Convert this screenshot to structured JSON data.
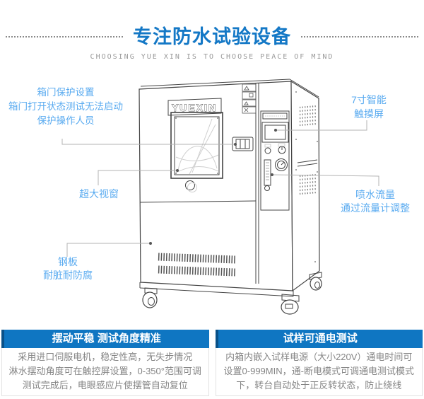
{
  "page": {
    "title": "专注防水试验设备",
    "subtitle": "CHOOSING YUE XIN IS TO CHOOSE PEACE OF MIND"
  },
  "machine": {
    "brand": "YUEXIN"
  },
  "callouts": {
    "door_protection": {
      "line1": "箱门保护设置",
      "line2": "箱门打开状态测试无法启动",
      "line3": "保护操作人员"
    },
    "window": {
      "label": "超大视窗"
    },
    "steel_plate": {
      "line1": "钢板",
      "line2": "耐脏耐防腐"
    },
    "touchscreen": {
      "line1": "7寸智能",
      "line2": "触摸屏"
    },
    "spray_flow": {
      "line1": "喷水流量",
      "line2": "通过流量计调整"
    }
  },
  "features": [
    {
      "title": "摆动平稳 测试角度精准",
      "line1": "采用进口伺服电机，稳定性高，无失步情况",
      "line2": "淋水摆动角度可在触控屏设置，0-350°范围可调",
      "line3": "测试完成后，电眼感应片使摆管自动复位"
    },
    {
      "title": "试样可通电测试",
      "line1": "内箱内嵌入试样电源（大小220V）通电时间可",
      "line2": "设置0-999MIN，通-断电模式可调通电测试模式",
      "line3": "下，转台自动处于正反转状态，防止绕线"
    }
  ],
  "colors": {
    "accent_blue": "#0f76c2",
    "callout_blue": "#5aabf0",
    "title_blue": "#1478c6"
  }
}
